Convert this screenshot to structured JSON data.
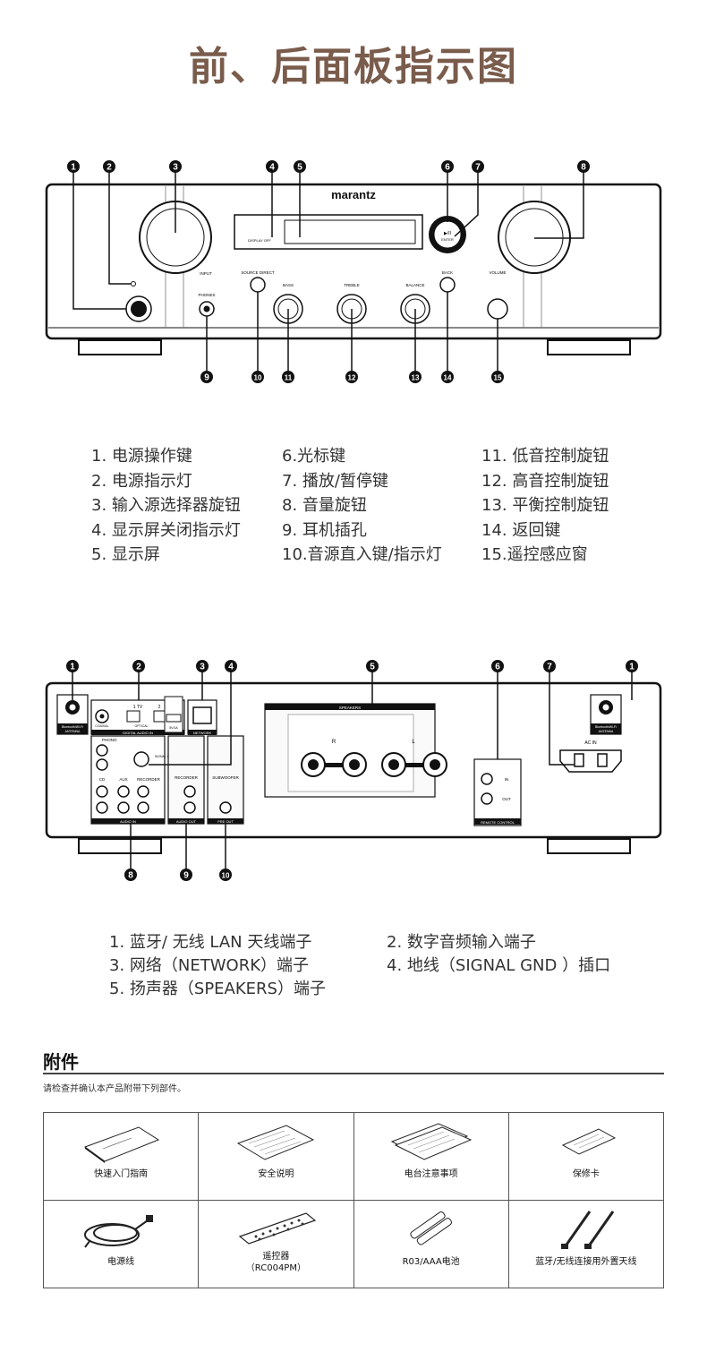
{
  "page": {
    "title": "前、后面板指示图"
  },
  "front_panel": {
    "brand": "marantz",
    "labels": {
      "display_off": "DISPLAY OFF",
      "input": "INPUT",
      "phones": "PHONES",
      "source_direct": "SOURCE DIRECT",
      "bass": "BASS",
      "treble": "TREBLE",
      "balance": "BALANCE",
      "back": "BACK",
      "volume": "VOLUME",
      "enter": "ENTER",
      "play_pause": "▶/II"
    },
    "callouts_top": [
      "1",
      "2",
      "3",
      "4",
      "5",
      "6",
      "7",
      "8"
    ],
    "callouts_bottom": [
      "9",
      "10",
      "11",
      "12",
      "13",
      "14",
      "15"
    ],
    "list_col1": [
      "1. 电源操作键",
      "2. 电源指示灯",
      "3. 输入源选择器旋钮",
      "4. 显示屏关闭指示灯",
      "5. 显示屏"
    ],
    "list_col2": [
      "6.光标键",
      "7. 播放/暂停键",
      "8. 音量旋钮",
      "9. 耳机插孔",
      "10.音源直入键/指示灯"
    ],
    "list_col3": [
      "11. 低音控制旋钮",
      "12. 高音控制旋钮",
      "13. 平衡控制旋钮",
      "14. 返回键",
      "15.遥控感应窗"
    ]
  },
  "rear_panel": {
    "labels": {
      "antenna_a": "Bluetooth/Wi-Fi",
      "antenna_b": "ANTENNA",
      "digital_audio_in": "DIGITAL AUDIO IN",
      "coaxial": "COAXIAL",
      "optical": "OPTICAL",
      "tv": "1 TV",
      "opt2": "2",
      "usb": "5V/1A",
      "network": "NETWORK",
      "phono": "PHONO",
      "signal_gnd": "SIGNAL GND",
      "cd": "CD",
      "aux": "AUX",
      "recorder": "RECORDER",
      "audio_in": "AUDIO IN",
      "recorder_out": "RECORDER",
      "audio_out": "AUDIO OUT",
      "subwoofer": "SUBWOOFER",
      "pre_out": "PRE OUT",
      "speakers": "SPEAKERS",
      "remote_in": "IN",
      "remote_out": "OUT",
      "remote_control": "REMOTE CONTROL",
      "ac_in": "AC IN",
      "left": "L",
      "right": "R"
    },
    "callouts_top": [
      "1",
      "2",
      "3",
      "4",
      "5",
      "6",
      "7",
      "1"
    ],
    "callouts_bottom": [
      "8",
      "9",
      "10"
    ],
    "list_col1": [
      "1. 蓝牙/ 无线 LAN 天线端子",
      "3. 网络（NETWORK）端子",
      "5. 扬声器（SPEAKERS）端子"
    ],
    "list_col2": [
      "2. 数字音频输入端子",
      "4. 地线（SIGNAL GND ）插口"
    ]
  },
  "accessories": {
    "title": "附件",
    "note": "请检查并确认本产品附带下列部件。",
    "items": [
      {
        "label": "快速入门指南",
        "icon": "booklet-icon"
      },
      {
        "label": "安全说明",
        "icon": "sheet-icon"
      },
      {
        "label": "电台注意事项",
        "icon": "stacked-sheets-icon"
      },
      {
        "label": "保修卡",
        "icon": "card-icon"
      },
      {
        "label": "电源线",
        "icon": "power-cord-icon"
      },
      {
        "label": "遥控器",
        "label2": "（RC004PM）",
        "icon": "remote-icon"
      },
      {
        "label": "R03/AAA电池",
        "icon": "battery-icon"
      },
      {
        "label": "蓝牙/无线连接用外置天线",
        "icon": "antenna-icon"
      }
    ]
  }
}
